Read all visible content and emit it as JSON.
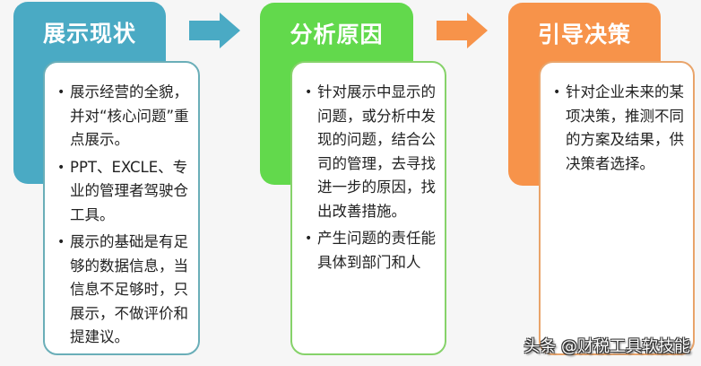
{
  "colors": {
    "background": "#f6f6f6",
    "blue": "#4aaac4",
    "blue_border": "#6aaeb8",
    "green": "#62d94c",
    "green_border": "#86d26a",
    "orange": "#f7934a",
    "orange_border": "#e9a46a",
    "text": "#222222"
  },
  "stages": [
    {
      "title": "展示现状",
      "color": "#4aaac4",
      "bullets": [
        "展示经营的全貌，并对“核心问题”重点展示。",
        "PPT、EXCLE、专业的管理者驾驶仓工具。",
        "展示的基础是有足够的数据信息，当信息不足够时，只展示，不做评价和提建议。"
      ]
    },
    {
      "title": "分析原因",
      "color": "#62d94c",
      "bullets": [
        "针对展示中显示的问题，或分析中发现的问题，结合公司的管理，去寻找进一步的原因，找出改善措施。",
        "产生问题的责任能具体到部门和人"
      ]
    },
    {
      "title": "引导决策",
      "color": "#f7934a",
      "bullets": [
        "针对企业未来的某项决策，推测不同的方案及结果，供决策者选择。"
      ]
    }
  ],
  "arrows": [
    {
      "icon": "arrow-right-icon",
      "color": "#4aaac4"
    },
    {
      "icon": "arrow-right-icon",
      "color": "#f7934a"
    }
  ],
  "bullet_glyph": "•",
  "watermark": "头条 @财税工具软技能"
}
